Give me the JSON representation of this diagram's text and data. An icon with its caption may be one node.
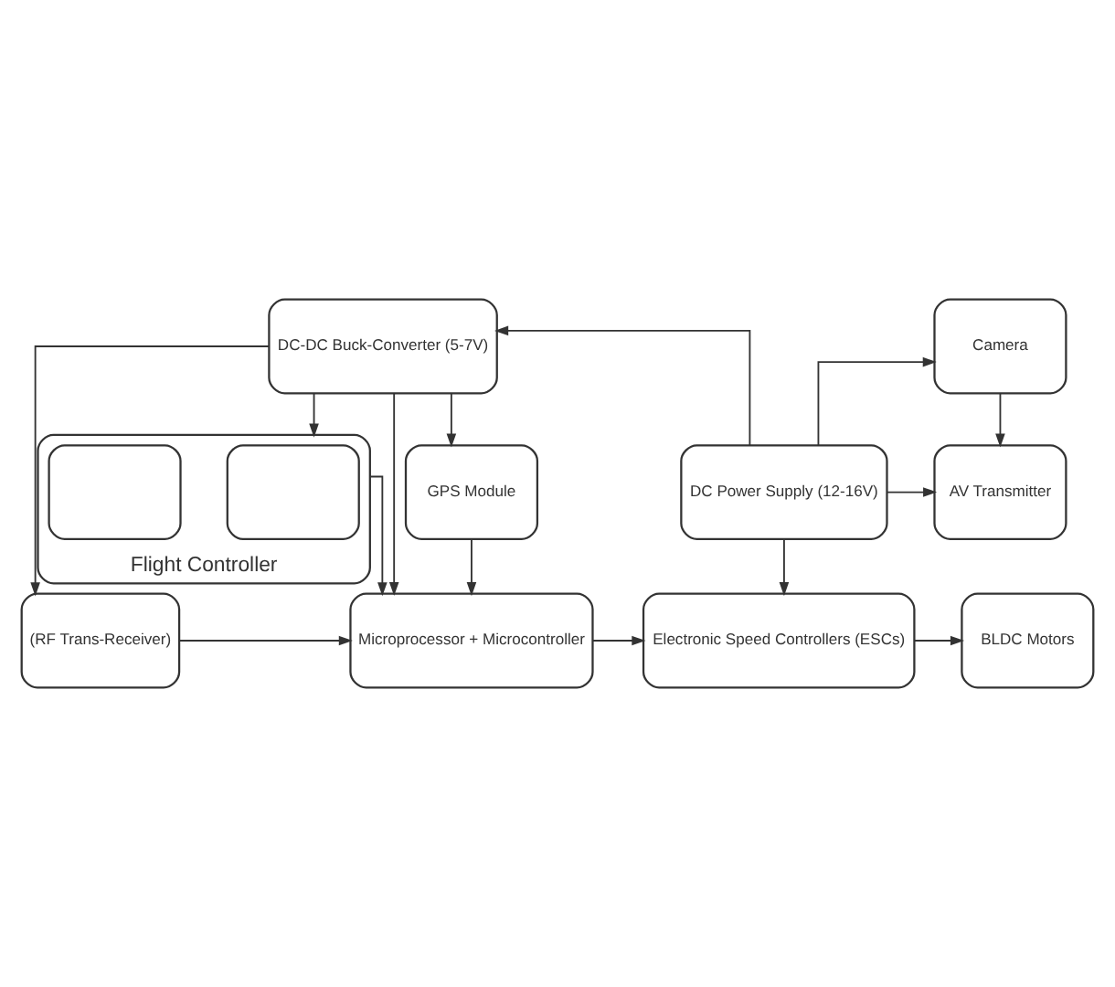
{
  "diagram": {
    "nodes": [
      {
        "text": [
          "DC-DC Buck-Converter (5-7V)"
        ]
      },
      {
        "text": [
          "Camera"
        ]
      },
      {
        "text": [
          "GPS Module"
        ]
      },
      {
        "text": [
          "DC Power Supply (12-16V)"
        ]
      },
      {
        "text": [
          "AV Transmitter"
        ]
      },
      {
        "text": [
          "(RF Trans-Receiver)"
        ]
      },
      {
        "text": [
          "Microprocessor + Microcontroller"
        ]
      },
      {
        "text": [
          "Electronic Speed Controllers (ESCs)"
        ]
      },
      {
        "text": [
          "BLDC Motors"
        ]
      },
      {
        "text": [
          "Flight Controller"
        ]
      },
      {
        "text": [],
        "shape": "box",
        "in": 9
      },
      {
        "text": [],
        "shape": "box",
        "in": 9
      }
    ],
    "edges": [
      {
        "from": 3,
        "to": 0,
        "arrow": "to"
      },
      {
        "from": 3,
        "to": 1,
        "arrow": "to"
      },
      {
        "from": 3,
        "to": 4,
        "arrow": "to"
      },
      {
        "from": 3,
        "to": 7,
        "arrow": "to"
      },
      {
        "from": 1,
        "to": 4,
        "arrow": "to"
      },
      {
        "from": 0,
        "to": 2,
        "arrow": "to"
      },
      {
        "from": 0,
        "to": 5,
        "arrow": "to"
      },
      {
        "from": 0,
        "to": 6,
        "arrow": "to"
      },
      {
        "from": 0,
        "to": 9,
        "arrow": "to"
      },
      {
        "from": 2,
        "to": 6,
        "arrow": "to"
      },
      {
        "from": 5,
        "to": 6,
        "arrow": "to"
      },
      {
        "from": 6,
        "to": 7,
        "arrow": "to"
      },
      {
        "from": 7,
        "to": 8,
        "arrow": "to"
      },
      {
        "from": 9,
        "to": 6,
        "arrow": "to"
      }
    ]
  }
}
